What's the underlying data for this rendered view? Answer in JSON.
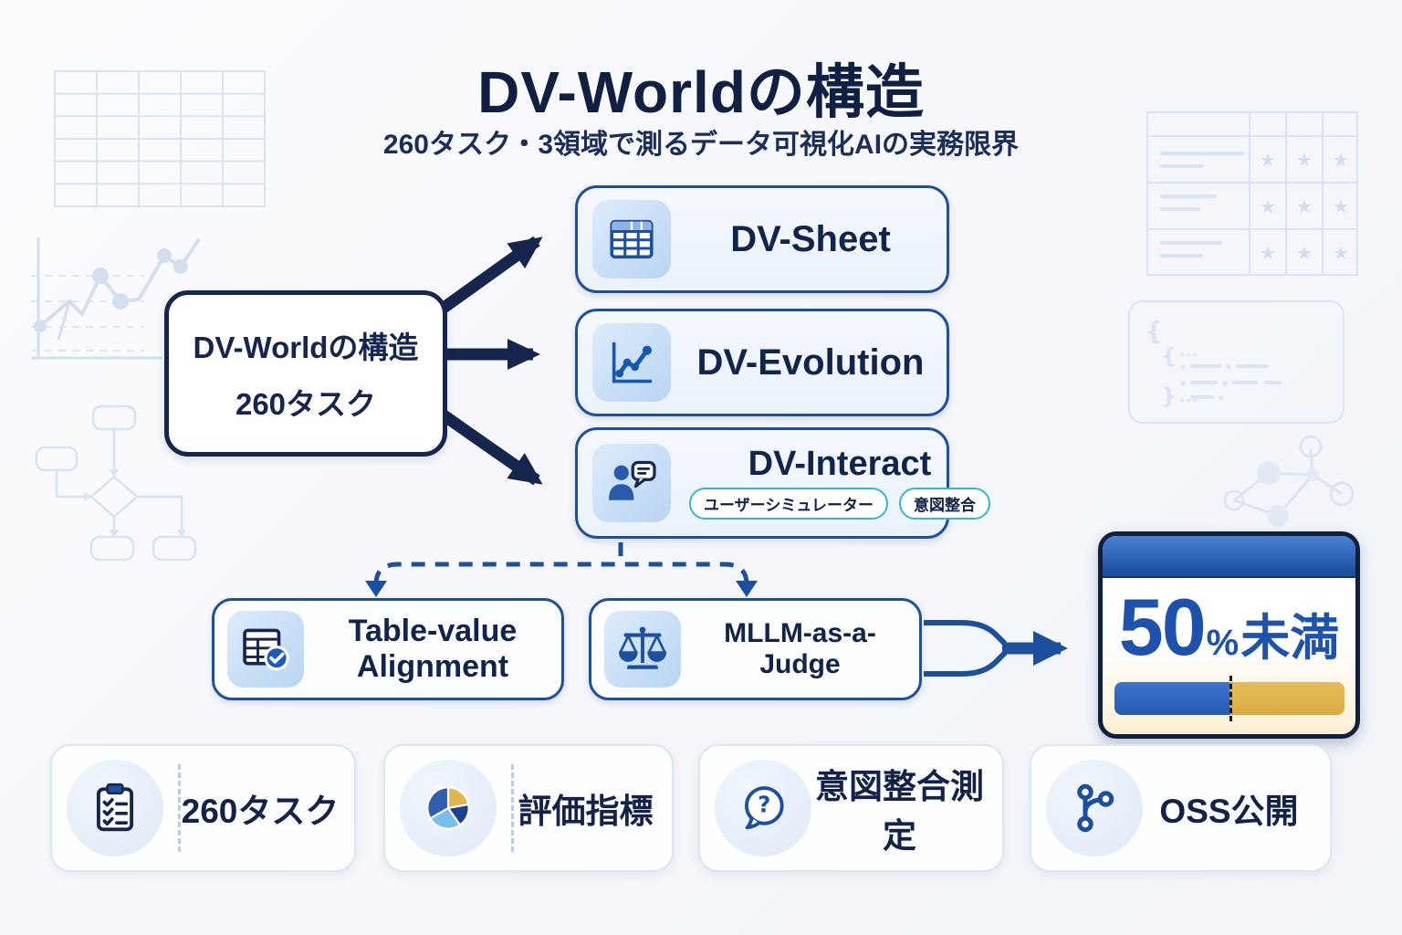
{
  "page": {
    "title": "DV-Worldの構造",
    "subtitle": "260タスク・3領域で測るデータ可視化AIの実務限界"
  },
  "root_node": {
    "line1": "DV-Worldの構造",
    "line2": "260タスク"
  },
  "branches": [
    {
      "label": "DV-Sheet",
      "icon": "table-icon"
    },
    {
      "label": "DV-Evolution",
      "icon": "line-chart-icon"
    },
    {
      "label": "DV-Interact",
      "icon": "user-chat-icon",
      "tags": [
        "ユーザーシミュレーター",
        "意図整合"
      ]
    }
  ],
  "evaluation_nodes": [
    {
      "label_line1": "Table-value",
      "label_line2": "Alignment",
      "icon": "table-check-icon"
    },
    {
      "label": "MLLM-as-a-Judge",
      "icon": "scales-icon"
    }
  ],
  "result_card": {
    "value": "50",
    "unit": "%",
    "suffix": "未満",
    "progress_percent": 50
  },
  "footer_cards": [
    {
      "label": "260タスク",
      "icon": "checklist-clipboard-icon"
    },
    {
      "label": "評価指標",
      "icon": "pie-chart-icon"
    },
    {
      "label": "意図整合測定",
      "icon": "question-bubble-icon"
    },
    {
      "label": "OSS公開",
      "icon": "git-branch-icon"
    }
  ],
  "colors": {
    "navy": "#15254e",
    "blue": "#1c4f9e",
    "accent_blue": "#1d53ae",
    "gold": "#d9ab43",
    "cyan_tag_border": "#35b5d6",
    "faint_decor": "#dbe3f2"
  }
}
